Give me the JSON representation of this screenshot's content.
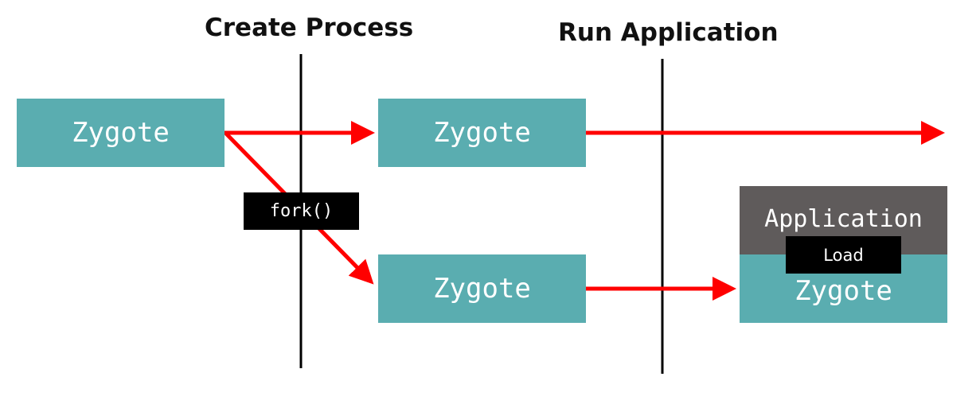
{
  "headings": {
    "create_process": "Create Process",
    "run_application": "Run Application"
  },
  "nodes": {
    "zygote_parent": "Zygote",
    "zygote_continued": "Zygote",
    "zygote_child": "Zygote",
    "application": "Application",
    "zygote_app_base": "Zygote"
  },
  "labels": {
    "fork_call": "fork()",
    "load": "Load"
  },
  "colors": {
    "box_teal": "#5aadb0",
    "box_gray": "#5f5b5b",
    "arrow_red": "#ff0000",
    "divider": "#000000",
    "tag_bg": "#000000"
  }
}
